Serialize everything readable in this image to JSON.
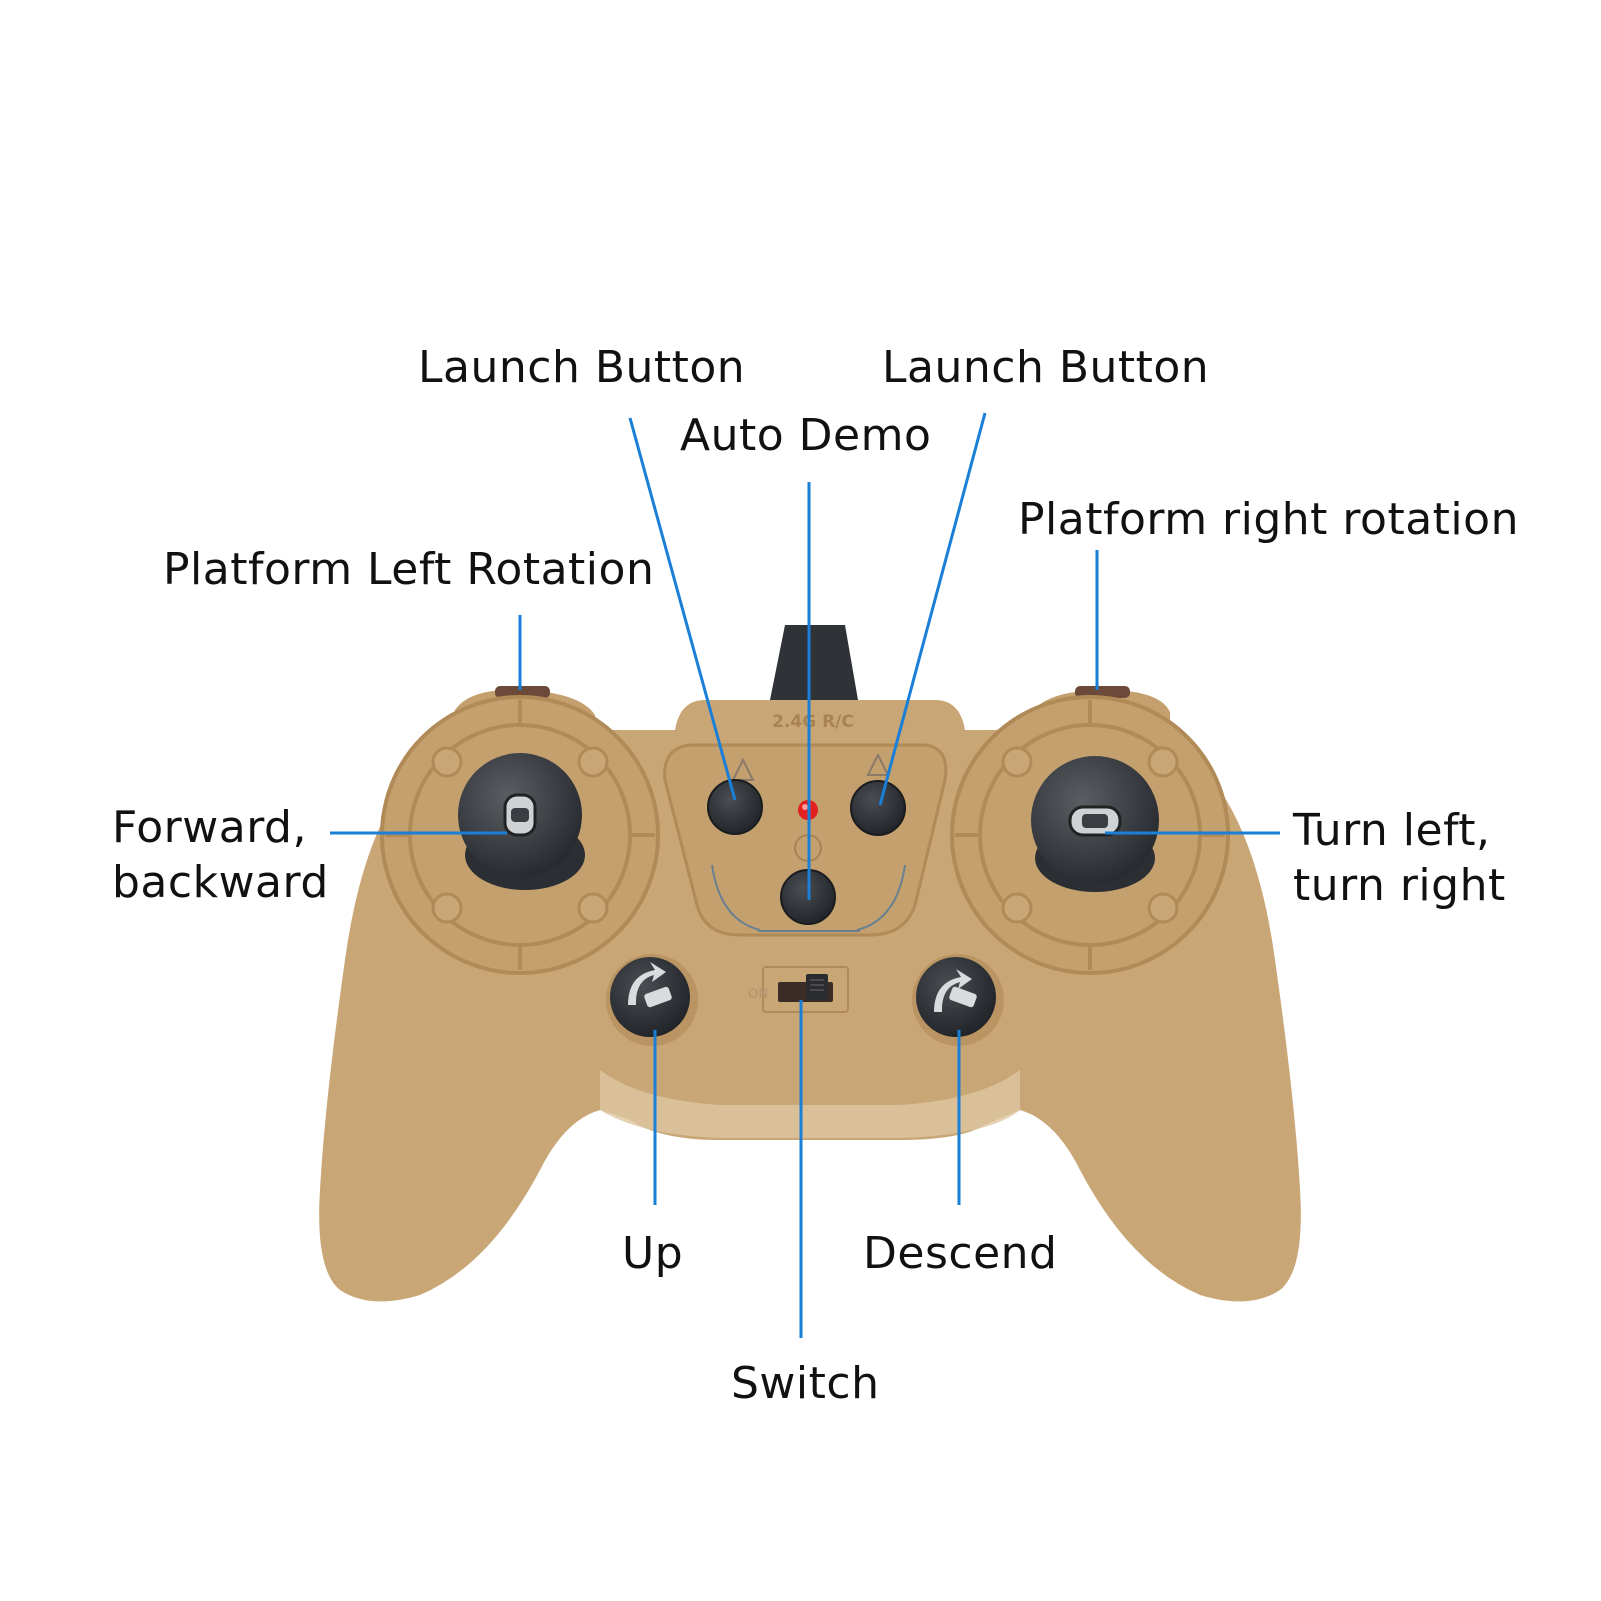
{
  "colors": {
    "background": "#ffffff",
    "controller_body": "#c9a675",
    "controller_shadow": "#b8935f",
    "controller_highlight": "#d7b98c",
    "button_dark": "#2c2f33",
    "stick_dark": "#3a3d41",
    "leader_line": "#1a7fd6",
    "led": "#e22020",
    "text": "#111111"
  },
  "labels": {
    "launch_left": "Launch Button",
    "launch_right": "Launch Button",
    "auto_demo": "Auto Demo",
    "platform_left": "Platform Left Rotation",
    "platform_right": "Platform right rotation",
    "forward_backward_line1": "Forward,",
    "forward_backward_line2": "backward",
    "turn_line1": "Turn left,",
    "turn_line2": "turn right",
    "up": "Up",
    "descend": "Descend",
    "switch": "Switch"
  },
  "controller_markings": {
    "frequency": "2.4G R/C",
    "switch_on": "ON"
  },
  "icons": {
    "stick_left": "analog-stick-icon",
    "stick_right": "analog-stick-icon",
    "up_button": "rotate-launcher-up-icon",
    "descend_button": "rotate-launcher-down-icon",
    "launch_left_marker": "rocket-icon",
    "launch_right_marker": "rocket-icon",
    "center_emblem": "gear-emblem-icon"
  }
}
